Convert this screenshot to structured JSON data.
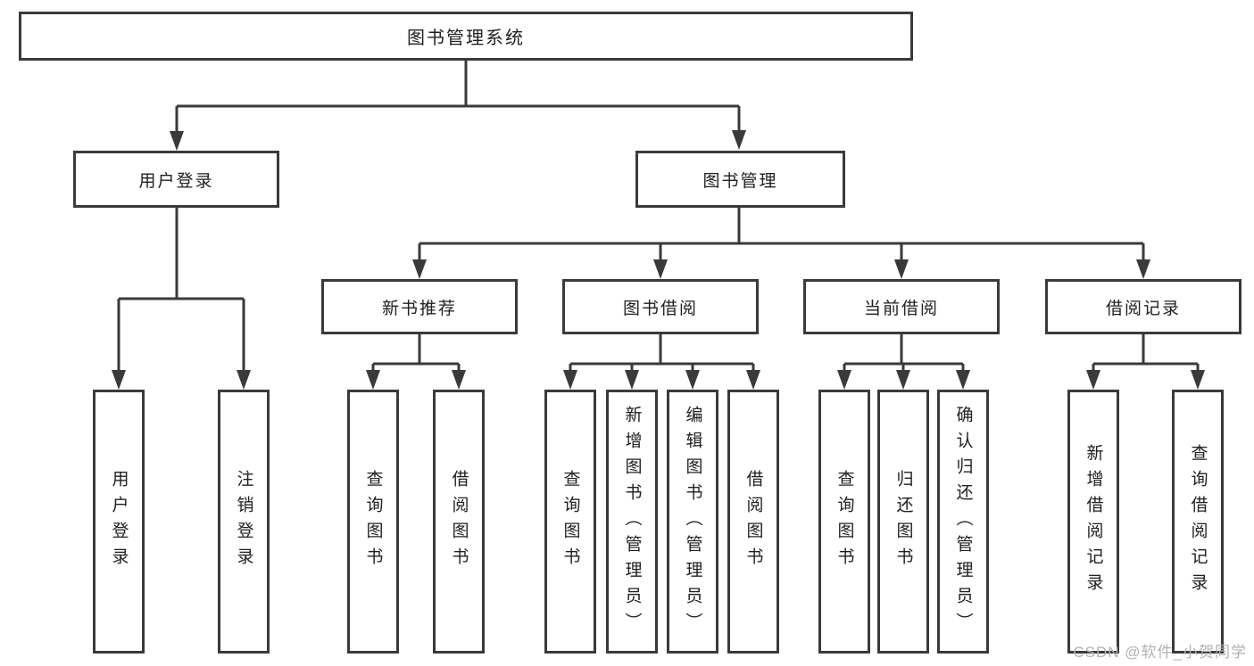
{
  "tree": {
    "label": "图书管理系统",
    "children": [
      {
        "label": "用户登录",
        "children": [
          {
            "label": "用户登录"
          },
          {
            "label": "注销登录"
          }
        ]
      },
      {
        "label": "图书管理",
        "children": [
          {
            "label": "新书推荐",
            "children": [
              {
                "label": "查询图书"
              },
              {
                "label": "借阅图书"
              }
            ]
          },
          {
            "label": "图书借阅",
            "children": [
              {
                "label": "查询图书"
              },
              {
                "label": "新增图书（管理员）"
              },
              {
                "label": "编辑图书（管理员）"
              },
              {
                "label": "借阅图书"
              }
            ]
          },
          {
            "label": "当前借阅",
            "children": [
              {
                "label": "查询图书"
              },
              {
                "label": "归还图书"
              },
              {
                "label": "确认归还（管理员）"
              }
            ]
          },
          {
            "label": "借阅记录",
            "children": [
              {
                "label": "新增借阅记录"
              },
              {
                "label": "查询借阅记录"
              }
            ]
          }
        ]
      }
    ]
  },
  "watermark": {
    "text": "CSDN @软件_小贺同学"
  },
  "colors": {
    "line": "#3a3a3a",
    "text": "#202020",
    "watermark": "#b2b2b2",
    "background": "#ffffff"
  }
}
